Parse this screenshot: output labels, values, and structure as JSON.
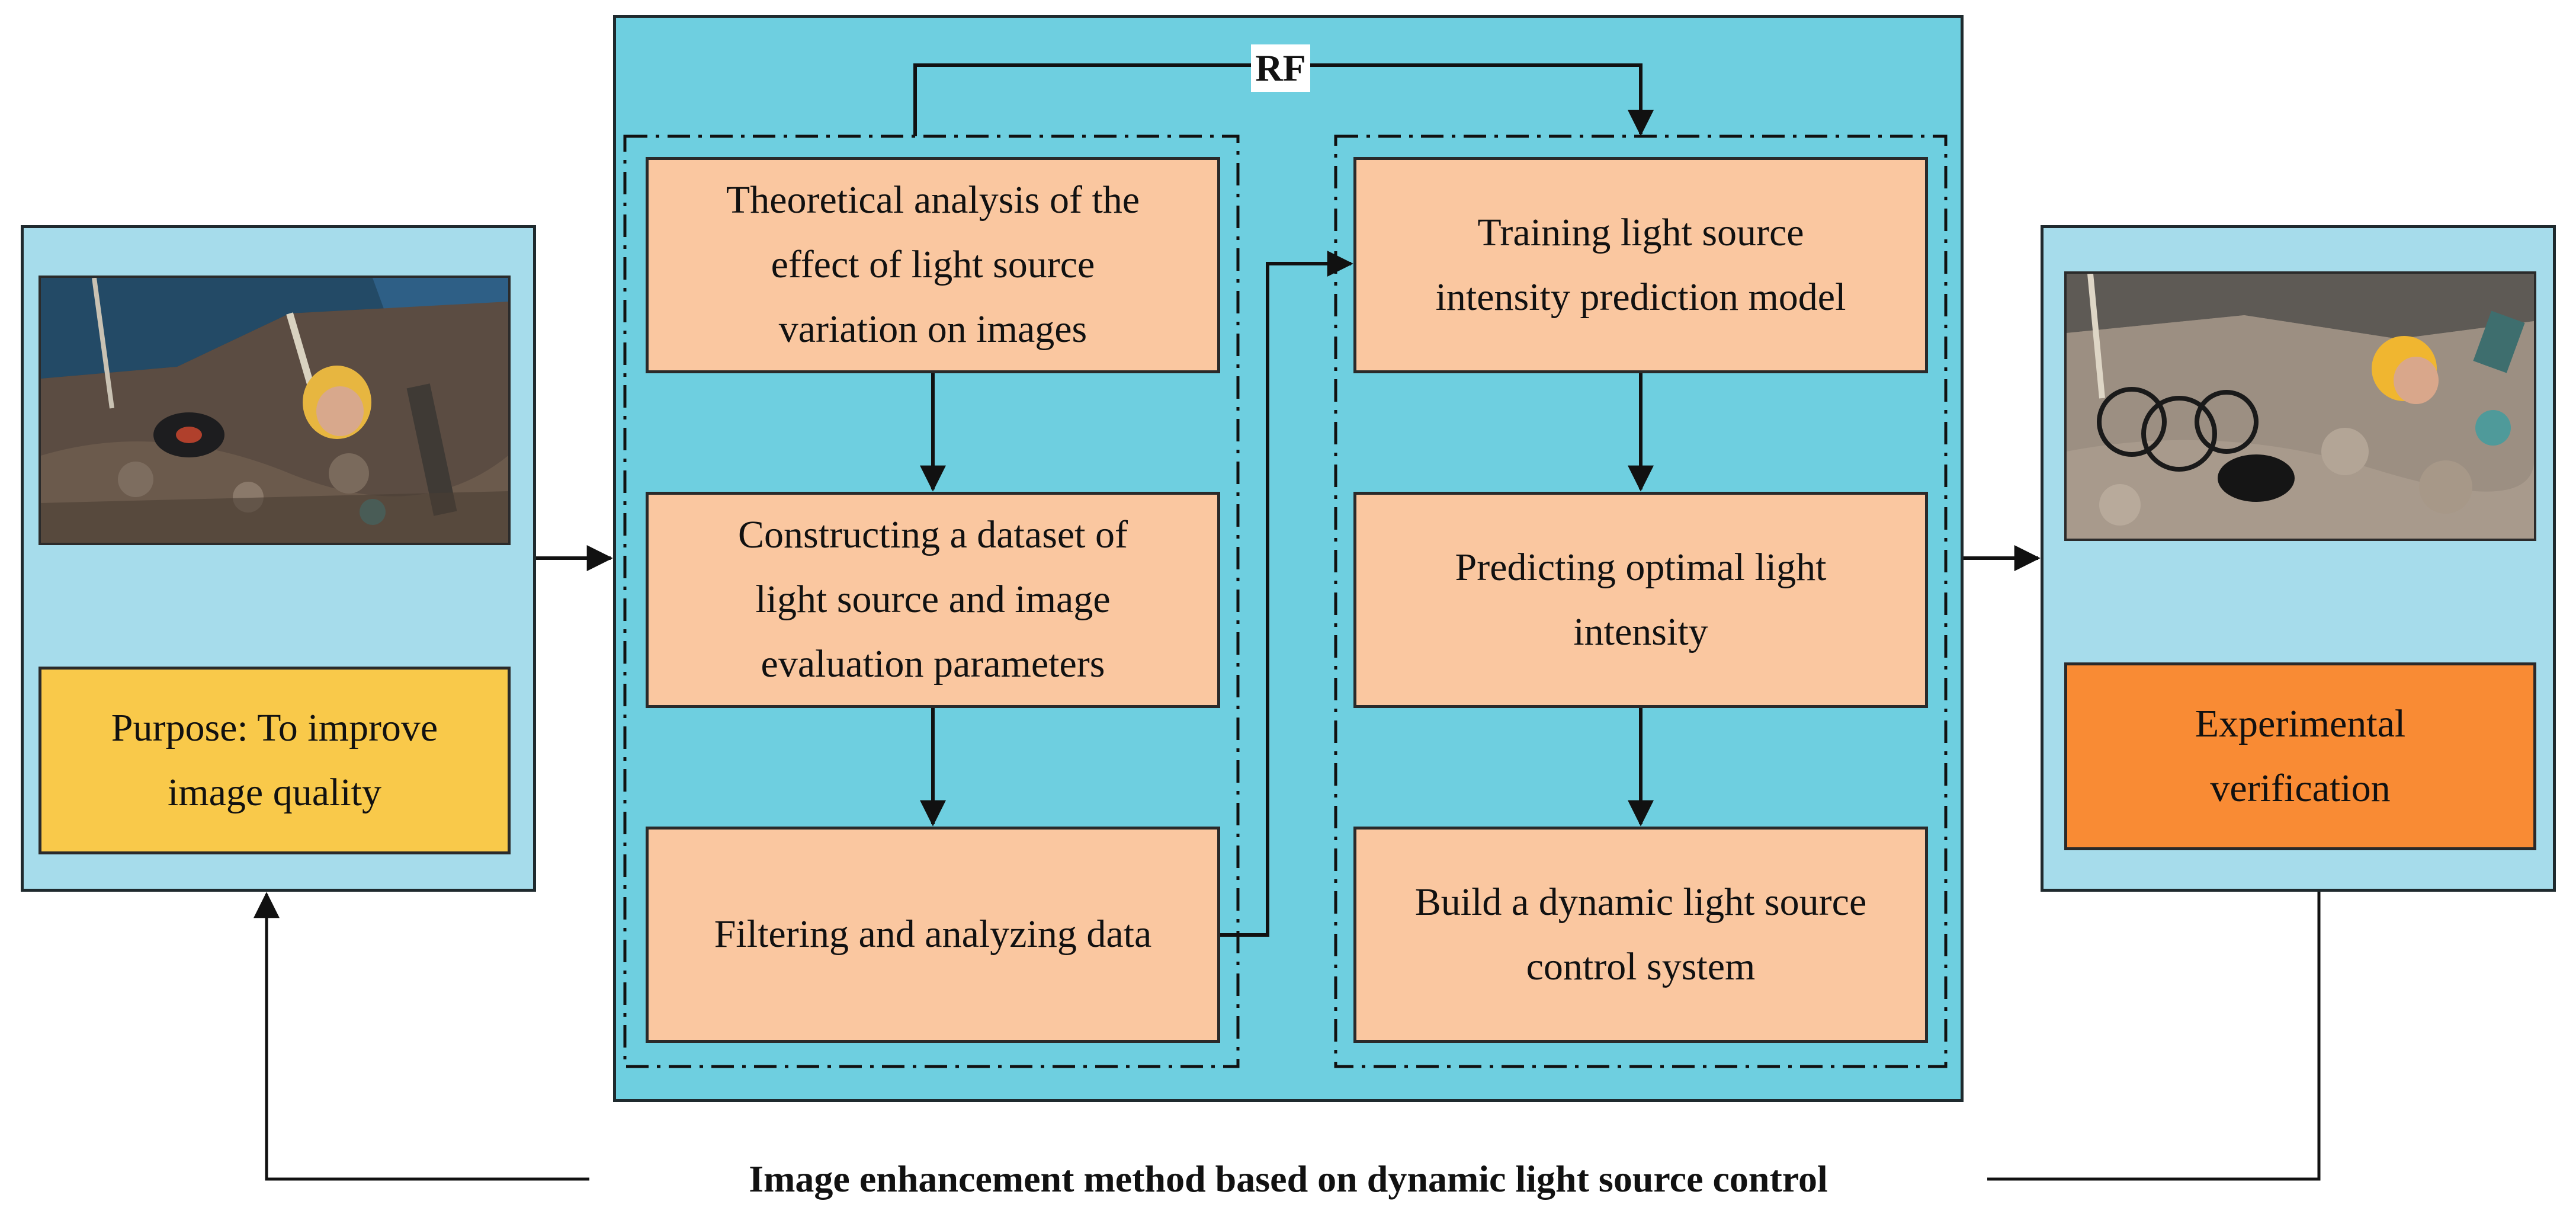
{
  "title": "Image enhancement method based on dynamic light source control",
  "left_panel": {
    "photo_icon": "mine-rescue-scene-before-photo",
    "purpose_text": "Purpose: To improve\nimage quality"
  },
  "center_panel": {
    "feedback_label": "RF",
    "steps": [
      {
        "text": "Theoretical analysis of the\neffect of light source\nvariation on images"
      },
      {
        "text": "Constructing a dataset of\nlight source and image\nevaluation parameters"
      },
      {
        "text": "Filtering and analyzing data"
      },
      {
        "text": "Training light source\nintensity prediction model"
      },
      {
        "text": "Predicting optimal light\nintensity"
      },
      {
        "text": "Build a dynamic light source\ncontrol system"
      }
    ]
  },
  "right_panel": {
    "photo_icon": "mine-rescue-scene-after-photo",
    "verification_text": "Experimental\nverification"
  },
  "colors": {
    "side_panel": "#a6dceb",
    "center_panel": "#6ecfe0",
    "step_box": "#fac7a0",
    "purpose_box": "#f9c94a",
    "verification_box": "#f98b34"
  }
}
